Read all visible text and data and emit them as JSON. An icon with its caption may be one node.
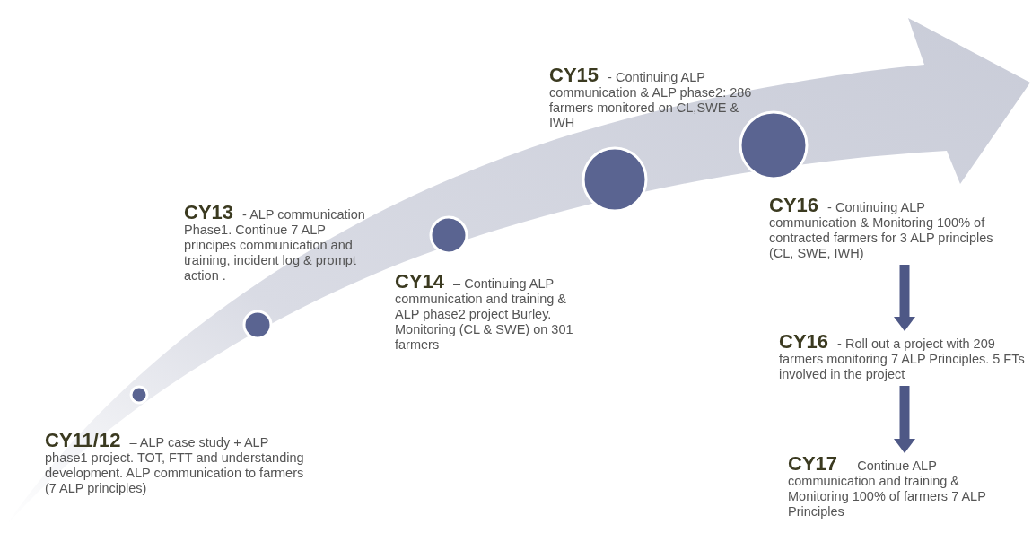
{
  "diagram": {
    "nodes": [
      {
        "text": [],
        "shape": "circle"
      },
      {
        "text": [
          "CY11/12",
          "– ALP case study + ALP phase1 project. TOT, FTT and understanding development. ALP communication to farmers (7 ALP principles)"
        ]
      },
      {
        "text": [],
        "shape": "circle"
      },
      {
        "text": [
          "CY13",
          "- ALP communication Phase1. Continue 7 ALP principes communication and training, incident log & prompt action ."
        ]
      },
      {
        "text": [],
        "shape": "circle"
      },
      {
        "text": [
          "CY14",
          "– Continuing ALP communication and training & ALP phase2 project Burley. Monitoring (CL & SWE) on 301 farmers"
        ]
      },
      {
        "text": [],
        "shape": "circle"
      },
      {
        "text": [
          "CY15",
          "- Continuing ALP communication & ALP phase2: 286 farmers monitored on CL,SWE & IWH"
        ]
      },
      {
        "text": [],
        "shape": "circle"
      },
      {
        "text": [
          "CY16",
          "- Continuing ALP communication & Monitoring 100% of contracted farmers for 3 ALP principles (CL, SWE, IWH)"
        ]
      },
      {
        "text": [
          "CY16",
          "- Roll out a project with 209 farmers monitoring 7 ALP Principles. 5 FTs involved in the project"
        ]
      },
      {
        "text": [
          "CY17",
          "– Continue ALP communication and training & Monitoring 100% of farmers 7 ALP Principles"
        ]
      }
    ],
    "edges": [
      {
        "from": 9,
        "to": 10,
        "arrow": "to"
      },
      {
        "from": 10,
        "to": 11,
        "arrow": "to"
      }
    ]
  }
}
